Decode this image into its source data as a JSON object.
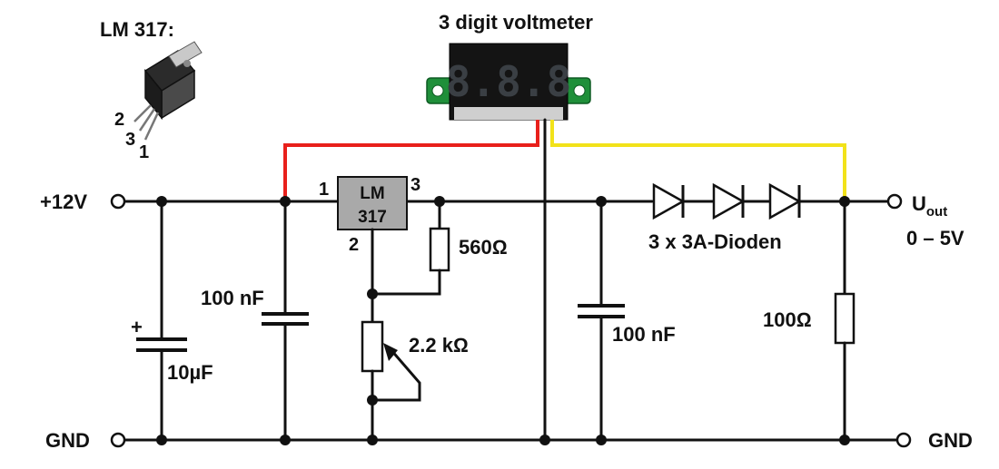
{
  "title": "3 digit voltmeter",
  "regulator": {
    "package_label": "LM 317:",
    "body_line1": "LM",
    "body_line2": "317",
    "pin1": "1",
    "pin2": "2",
    "pin3": "3"
  },
  "package_pins": {
    "p1": "1",
    "p2": "2",
    "p3": "3"
  },
  "voltmeter_digits": "8.8.8",
  "terminals": {
    "input": "+12V",
    "gnd_left": "GND",
    "gnd_right": "GND",
    "output_main": "U",
    "output_sub": "out",
    "output_range": "0 – 5V"
  },
  "components": {
    "c_electrolytic": "10µF",
    "c_electrolytic_polarity": "+",
    "c_input": "100 nF",
    "r_560": "560Ω",
    "pot": "2.2 kΩ",
    "c_output": "100 nF",
    "diodes": "3 x 3A-Dioden",
    "r_load": "100Ω"
  },
  "colors": {
    "red_wire": "#e8201b",
    "yellow_wire": "#f2e21a",
    "wire": "#111111",
    "display_digit": "#3a3f44",
    "pcb_green": "#1f8f3a",
    "regulator_body": "#a9a9a9"
  }
}
